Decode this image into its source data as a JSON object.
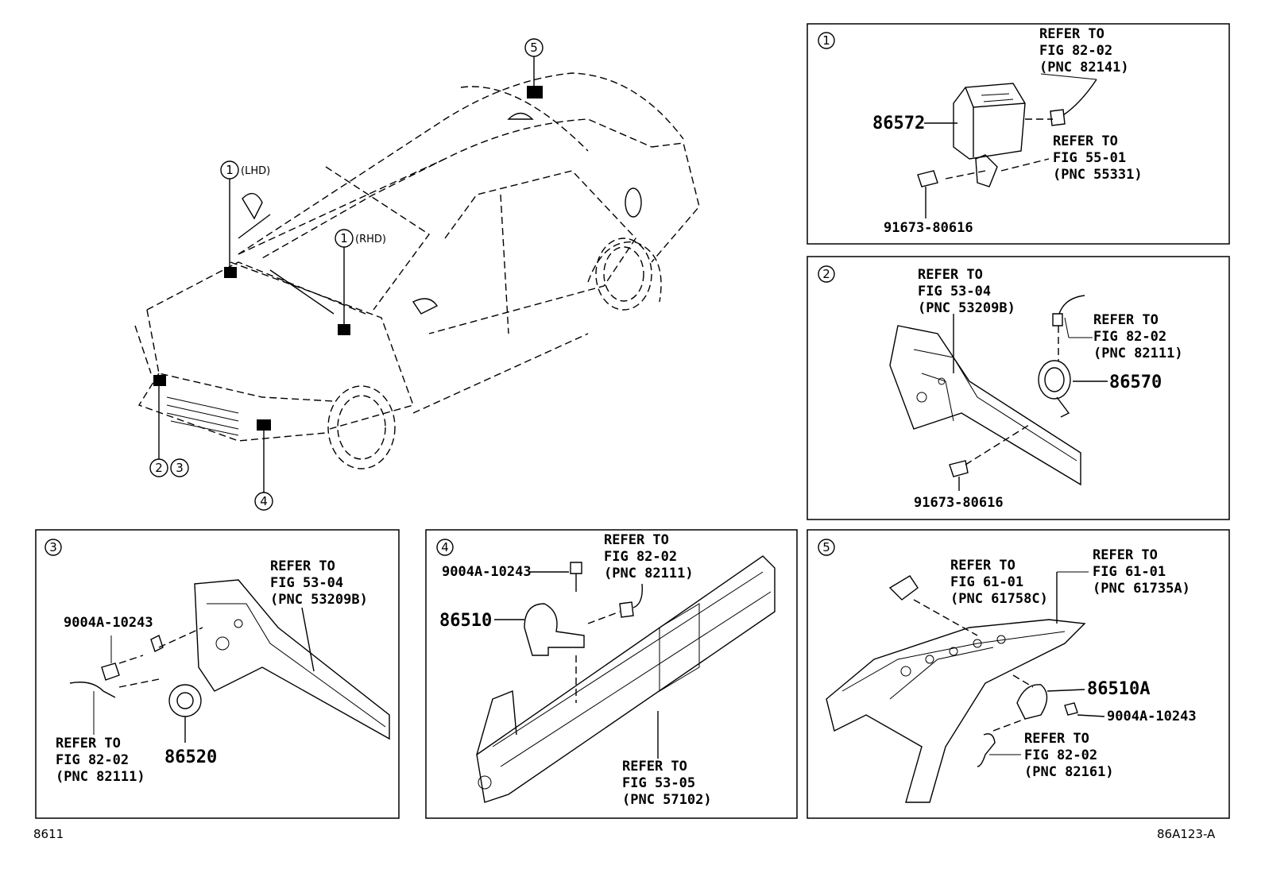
{
  "overview": {
    "markers": [
      {
        "id": "callout-1-lhd",
        "num": "1",
        "tag": "(LHD)"
      },
      {
        "id": "callout-1-rhd",
        "num": "1",
        "tag": "(RHD)"
      },
      {
        "id": "callout-2",
        "num": "2"
      },
      {
        "id": "callout-3",
        "num": "3"
      },
      {
        "id": "callout-4",
        "num": "4"
      },
      {
        "id": "callout-5",
        "num": "5"
      }
    ]
  },
  "panel1": {
    "num": "1",
    "ref_a": [
      "REFER TO",
      "FIG 82-02",
      "(PNC 82141)"
    ],
    "ref_b": [
      "REFER TO",
      "FIG 55-01",
      "(PNC 55331)"
    ],
    "part_main": "86572",
    "part_bolt": "91673-80616"
  },
  "panel2": {
    "num": "2",
    "ref_a": [
      "REFER TO",
      "FIG 53-04",
      "(PNC 53209B)"
    ],
    "ref_b": [
      "REFER TO",
      "FIG 82-02",
      "(PNC 82111)"
    ],
    "part_main": "86570",
    "part_bolt": "91673-80616"
  },
  "panel3": {
    "num": "3",
    "ref_a": [
      "REFER TO",
      "FIG 53-04",
      "(PNC 53209B)"
    ],
    "ref_b": [
      "REFER TO",
      "FIG 82-02",
      "(PNC 82111)"
    ],
    "part_bolt": "9004A-10243",
    "part_main": "86520"
  },
  "panel4": {
    "num": "4",
    "ref_a": [
      "REFER TO",
      "FIG 82-02",
      "(PNC 82111)"
    ],
    "ref_b": [
      "REFER TO",
      "FIG 53-05",
      "(PNC 57102)"
    ],
    "part_bolt": "9004A-10243",
    "part_main": "86510"
  },
  "panel5": {
    "num": "5",
    "ref_a": [
      "REFER TO",
      "FIG 61-01",
      "(PNC 61758C)"
    ],
    "ref_b": [
      "REFER TO",
      "FIG 61-01",
      "(PNC 61735A)"
    ],
    "ref_c": [
      "REFER TO",
      "FIG 82-02",
      "(PNC 82161)"
    ],
    "part_main": "86510A",
    "part_bolt": "9004A-10243"
  },
  "footer": {
    "left": "8611",
    "right": "86A123-A"
  }
}
